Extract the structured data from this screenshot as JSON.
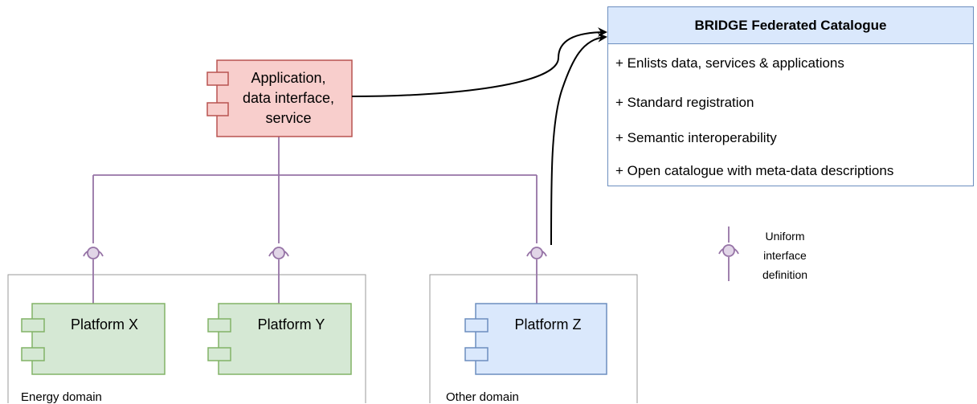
{
  "catalogue": {
    "title": "BRIDGE Federated Catalogue",
    "items": [
      "+ Enlists data, services & applications",
      "+ Standard registration",
      "+ Semantic interoperability",
      "+ Open catalogue with meta-data descriptions"
    ]
  },
  "application": {
    "lines": [
      "Application,",
      "data interface,",
      "service"
    ]
  },
  "platforms": {
    "x": "Platform X",
    "y": "Platform Y",
    "z": "Platform Z"
  },
  "domains": {
    "energy": "Energy domain",
    "other": "Other domain"
  },
  "legend": {
    "lines": [
      "Uniform",
      "interface",
      "definition"
    ]
  },
  "colors": {
    "app_fill": "#f8cecc",
    "app_stroke": "#b85450",
    "platform_fill": "#d5e8d4",
    "platform_stroke": "#82b366",
    "platformz_fill": "#dae8fc",
    "platformz_stroke": "#6c8ebf",
    "interface_fill": "#e1d5e7",
    "interface_stroke": "#9673a6",
    "connector": "#000000"
  }
}
